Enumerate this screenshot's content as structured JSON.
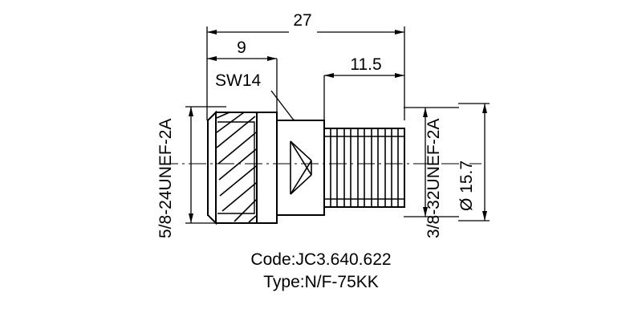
{
  "drawing": {
    "title_code": "Code:JC3.640.622",
    "title_type": "Type:N/F-75KK",
    "dimensions": {
      "overall_length": "27",
      "left_section": "9",
      "right_thread_length": "11.5",
      "hex_flats": "SW14",
      "left_thread_spec": "5/8-24UNEF-2A",
      "right_thread_spec": "3/8-32UNEF-2A",
      "diameter": "Ø 15.7"
    },
    "colors": {
      "line": "#000000",
      "background": "#ffffff"
    }
  }
}
